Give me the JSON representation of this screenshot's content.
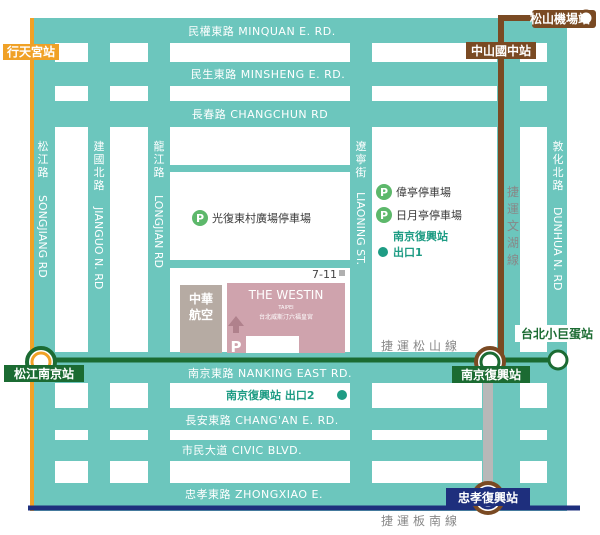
{
  "roads": {
    "minquan": "民權東路 MINQUAN E. RD.",
    "minsheng": "民生東路 MINSHENG E. RD.",
    "changchun": "長春路 CHANGCHUN RD",
    "nanking": "南京東路 NANKING EAST RD.",
    "changan": "長安東路 CHANG'AN E. RD.",
    "civic": "市民大道 CIVIC BLVD.",
    "zhongxiao": "忠孝東路 ZHONGXIAO E.",
    "songjiang_zh": "松江路",
    "songjiang_en": "SONGJIANG RD",
    "jianguo_zh": "建國北路",
    "jianguo_en": "JIANGUO N. RD",
    "longjiang_zh": "龍江路",
    "longjiang_en": "LONGJIAN RD",
    "liaoning_zh": "遼寧街",
    "liaoning_en": "LIAONING ST.",
    "dunhua_zh": "敦化北路",
    "dunhua_en": "DUNHUA N. RD"
  },
  "lines": {
    "wenhu": "捷運文湖線",
    "songshan": "捷運松山線",
    "bannan": "捷運板南線"
  },
  "stations": {
    "xingtiangong": "行天宮站",
    "songshan_airport": "松山機場站",
    "zhongshan_junior_high": "中山國中站",
    "songjiang_nanjing": "松江南京站",
    "nanjing_fuxing": "南京復興站",
    "zhongxiao_fuxing": "忠孝復興站",
    "taipei_arena": "台北小巨蛋站"
  },
  "places": {
    "parking_guangfu": "光復東村廣場停車場",
    "parking_weiting": "偉亭停車場",
    "parking_riyue": "日月亭停車場",
    "exit1": "南京復興站\n出口1",
    "exit1_line1": "南京復興站",
    "exit1_line2": "出口1",
    "exit2": "南京復興站 出口2",
    "store_711": "7-11",
    "chunghwa_airlines": "中華航空",
    "hotel_name": "THE WESTIN",
    "hotel_city": "TAIPEI",
    "hotel_sub": "台北威斯汀六福皇宮",
    "parking_letter": "P"
  },
  "colors": {
    "road": "#6cc6bd",
    "hotel": "#cfa3ad",
    "chunghwa": "#b6aba3",
    "wenhu_line": "#7a4a23",
    "songshan_line": "#1b6b32",
    "bannan_line": "#1e2f7d",
    "xinyi_line": "#f0a126",
    "block": "#ffffff",
    "parking_icon": "#5db86b",
    "exit_dot": "#1e9c84"
  }
}
